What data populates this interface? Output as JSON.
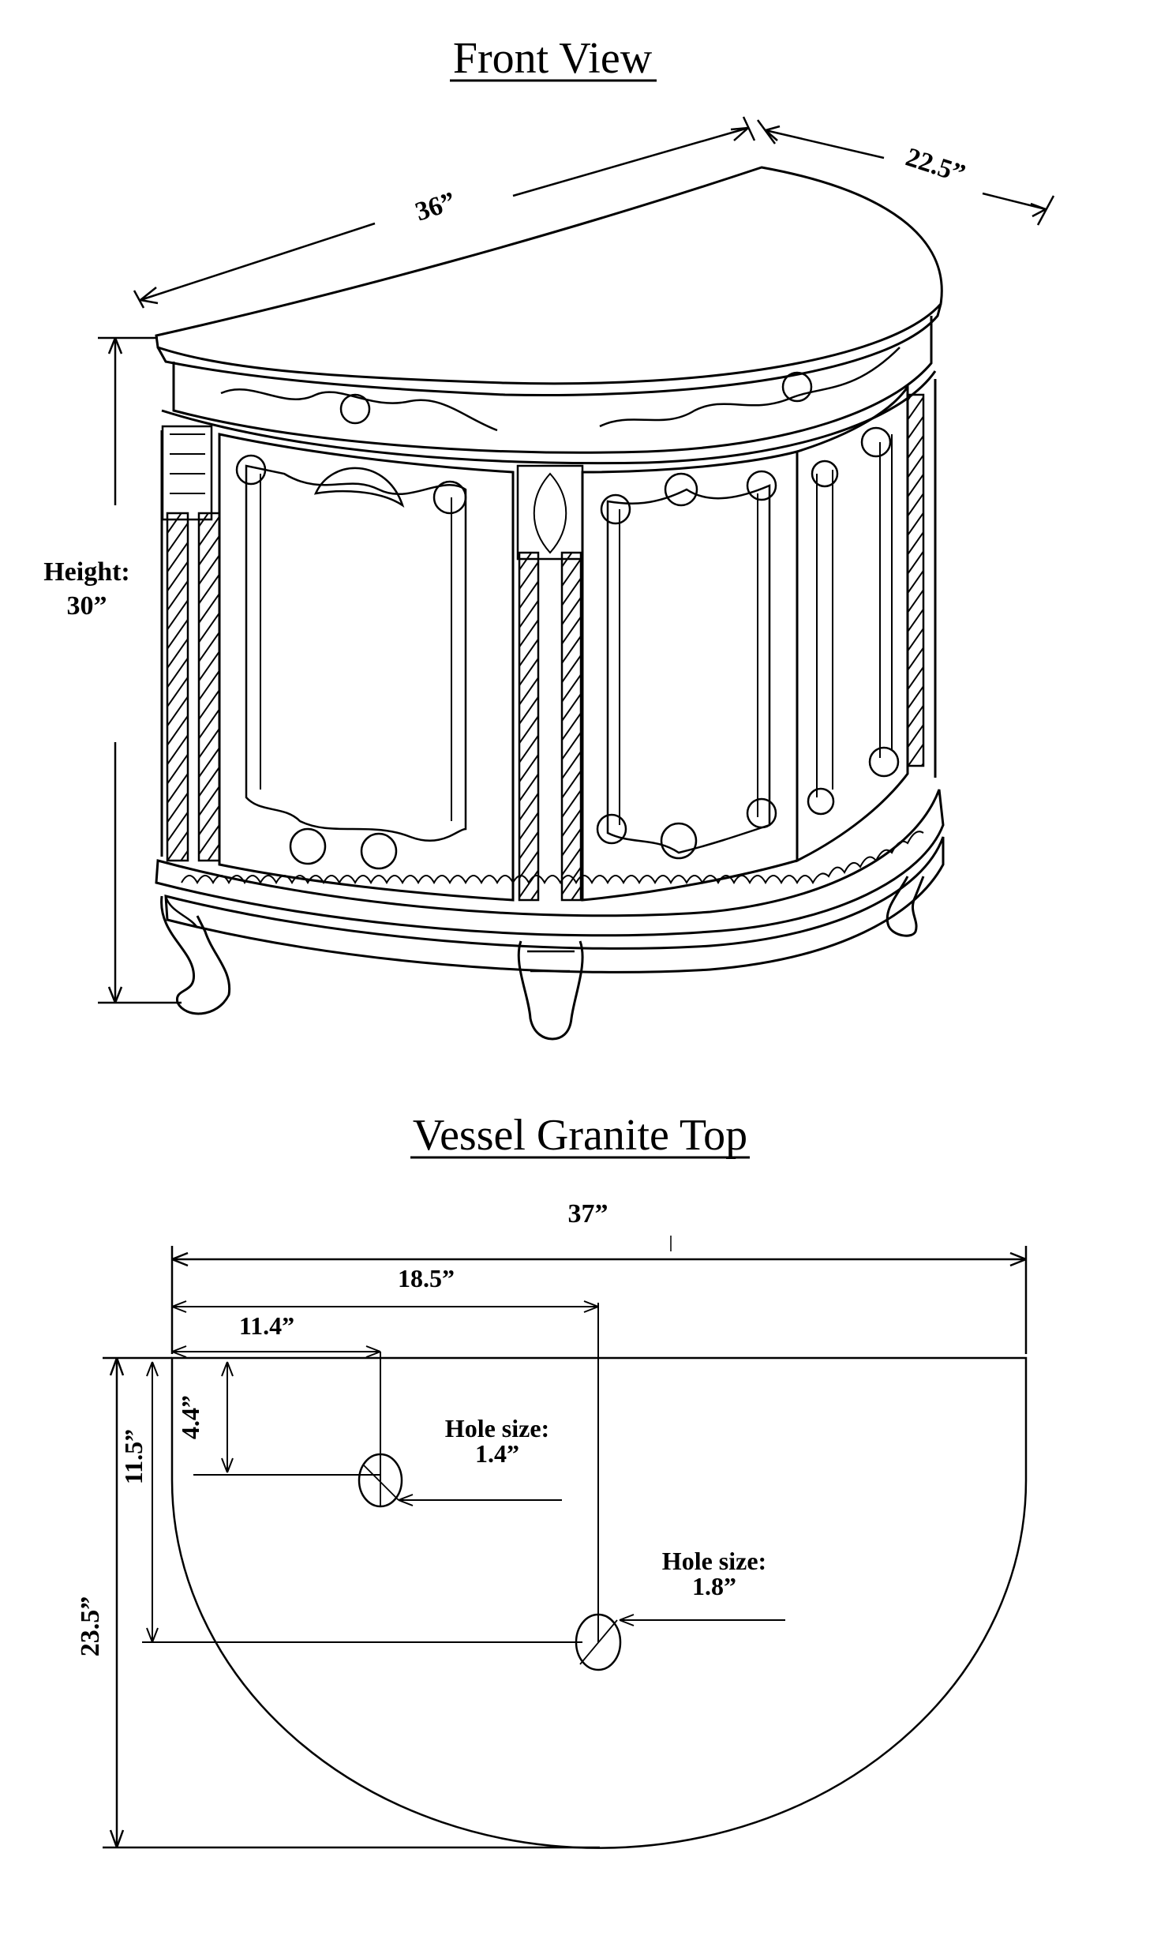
{
  "front_view": {
    "title": "Front View",
    "width_label": "36”",
    "depth_label": "22.5”",
    "height_label_line1": "Height:",
    "height_label_line2": "30”"
  },
  "top_view": {
    "title": "Vessel Granite Top",
    "overall_width_label": "37”",
    "center_offset_label": "18.5”",
    "faucet_offset_label": "11.4”",
    "faucet_depth_label": "4.4”",
    "drain_depth_label": "11.5”",
    "overall_depth_label": "23.5”",
    "faucet_hole_label_line1": "Hole size:",
    "faucet_hole_label_line2": "1.4”",
    "drain_hole_label_line1": "Hole size:",
    "drain_hole_label_line2": "1.8”"
  }
}
